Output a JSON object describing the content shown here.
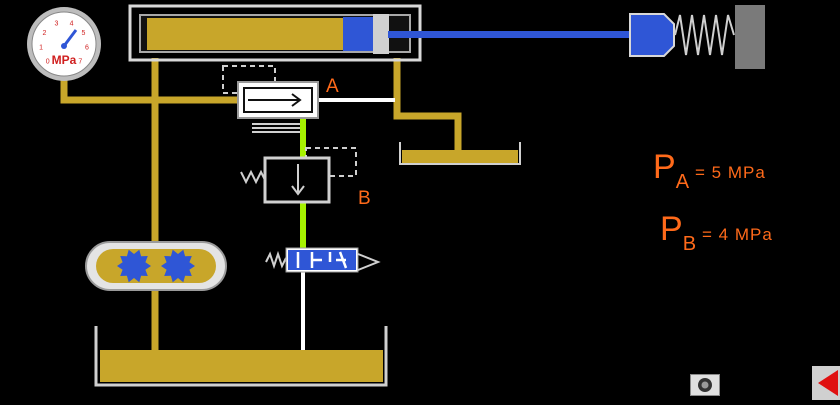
{
  "gauge": {
    "unit": "MPa",
    "ticks": [
      "0",
      "1",
      "2",
      "3",
      "4",
      "5",
      "6",
      "7"
    ]
  },
  "valves": {
    "a_label": "A",
    "b_label": "B"
  },
  "readouts": [
    {
      "letter": "P",
      "sub": "A",
      "rest": "= 5 MPa"
    },
    {
      "letter": "P",
      "sub": "B",
      "rest": "= 4 MPa"
    }
  ],
  "colors": {
    "oil": "#c8a62a",
    "pilot_line": "#a6f200",
    "piston": "#2f56d6",
    "text_orange": "#ff6a1a",
    "valve_white": "#ffffff",
    "background": "#000000"
  },
  "controls": {
    "speaker": "speaker-icon",
    "back": "back-arrow-icon"
  }
}
